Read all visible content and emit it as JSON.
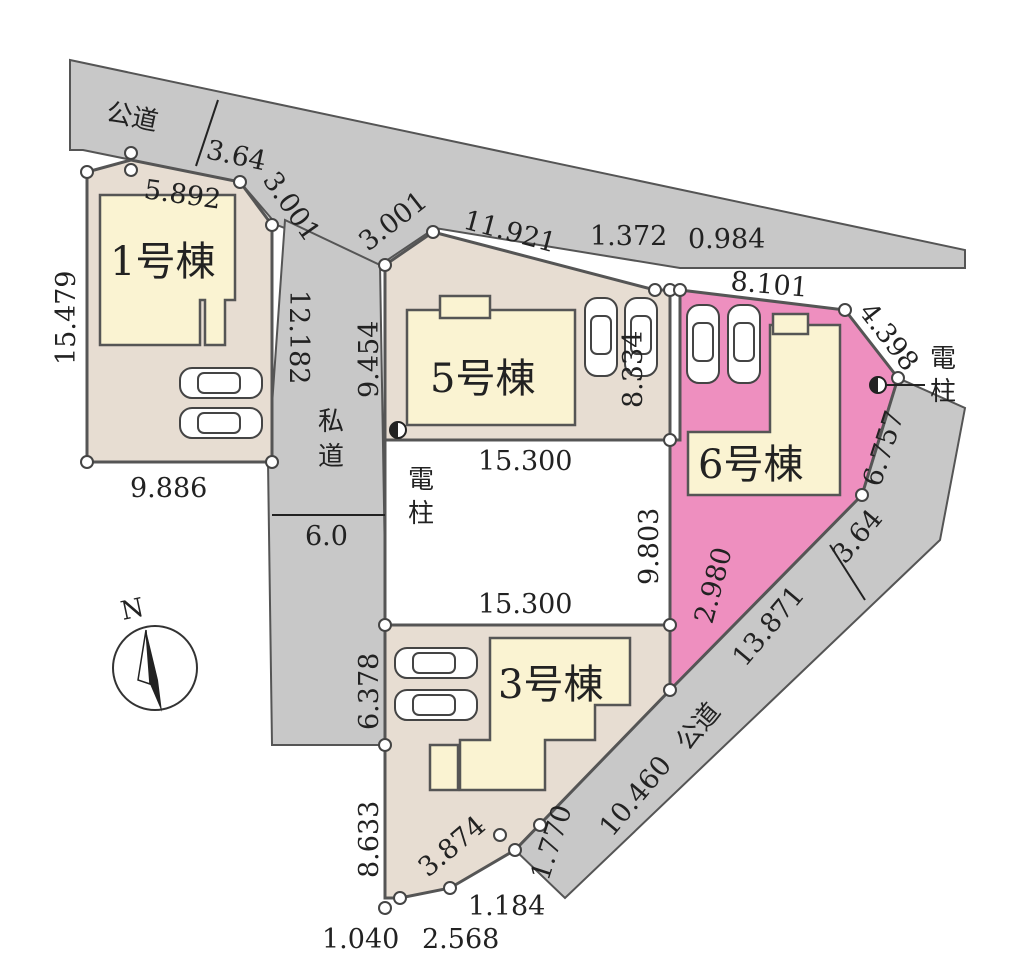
{
  "lots": {
    "lot1": "1号棟",
    "lot5": "5号棟",
    "lot6": "6号棟",
    "lot3": "3号棟"
  },
  "roads": {
    "public_top": "公道",
    "private_vertical": [
      "私",
      "道"
    ],
    "public_diagonal": "公道",
    "private_width": "6.0",
    "public_top_width": "3.64",
    "public_right_width": "3.64"
  },
  "poles": {
    "pole_right": [
      "電",
      "柱"
    ],
    "pole_center": [
      "電",
      "柱"
    ]
  },
  "dimensions": {
    "d_5892": "5.892",
    "d_3001a": "3.001",
    "d_15479": "15.479",
    "d_12182": "12.182",
    "d_9886": "9.886",
    "d_3001b": "3.001",
    "d_11921": "11.921",
    "d_1372": "1.372",
    "d_0984": "0.984",
    "d_8101": "8.101",
    "d_4398": "4.398",
    "d_9454": "9.454",
    "d_8334": "8.334",
    "d_6757": "6.757",
    "d_15300a": "15.300",
    "d_9803": "9.803",
    "d_15300b": "15.300",
    "d_2980": "2.980",
    "d_13871": "13.871",
    "d_6378": "6.378",
    "d_8633": "8.633",
    "d_3874": "3.874",
    "d_10460": "10.460",
    "d_1770": "1.770",
    "d_1184": "1.184",
    "d_1040": "1.040",
    "d_2568": "2.568"
  },
  "compass": {
    "north_label": "N"
  },
  "colors": {
    "lot6_fill": "#ee8fbf",
    "lot_fill": "#e7ddd2",
    "road_fill": "#c8c8c8",
    "house_fill": "#faf3d2"
  }
}
